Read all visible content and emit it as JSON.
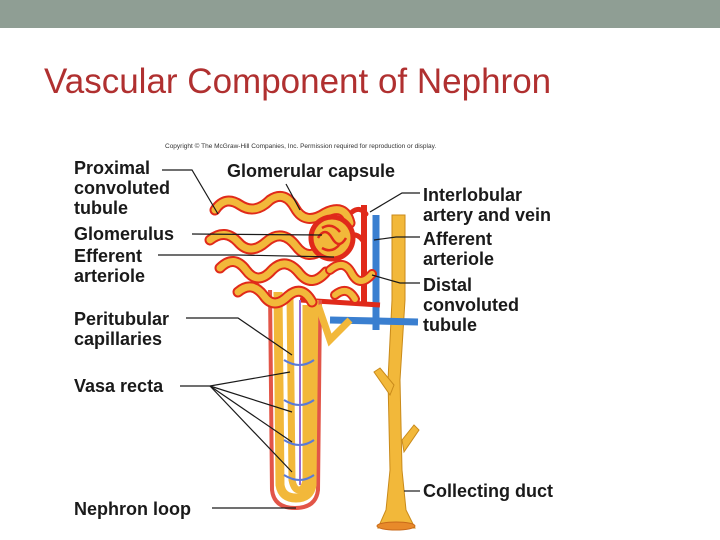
{
  "slide": {
    "title": "Vascular Component of Nephron",
    "copyright": "Copyright © The McGraw-Hill Companies, Inc. Permission required for reproduction or display."
  },
  "labels": {
    "proximal_line1": "Proximal",
    "proximal_line2": "convoluted",
    "proximal_line3": "tubule",
    "glomerular_capsule": "Glomerular capsule",
    "glomerulus": "Glomerulus",
    "efferent_line1": "Efferent",
    "efferent_line2": "arteriole",
    "peritubular_line1": "Peritubular",
    "peritubular_line2": "capillaries",
    "vasa_recta": "Vasa recta",
    "nephron_loop": "Nephron loop",
    "interlobular_line1": "Interlobular",
    "interlobular_line2": "artery and vein",
    "afferent_line1": "Afferent",
    "afferent_line2": "arteriole",
    "distal_line1": "Distal",
    "distal_line2": "convoluted",
    "distal_line3": "tubule",
    "collecting_duct": "Collecting duct"
  },
  "colors": {
    "title": "#b03030",
    "top_bar": "#8f9e94",
    "tubule": "#f2b83a",
    "artery": "#e02a1a",
    "vein": "#3a7fd0",
    "leader_line": "#1a1a1a"
  }
}
